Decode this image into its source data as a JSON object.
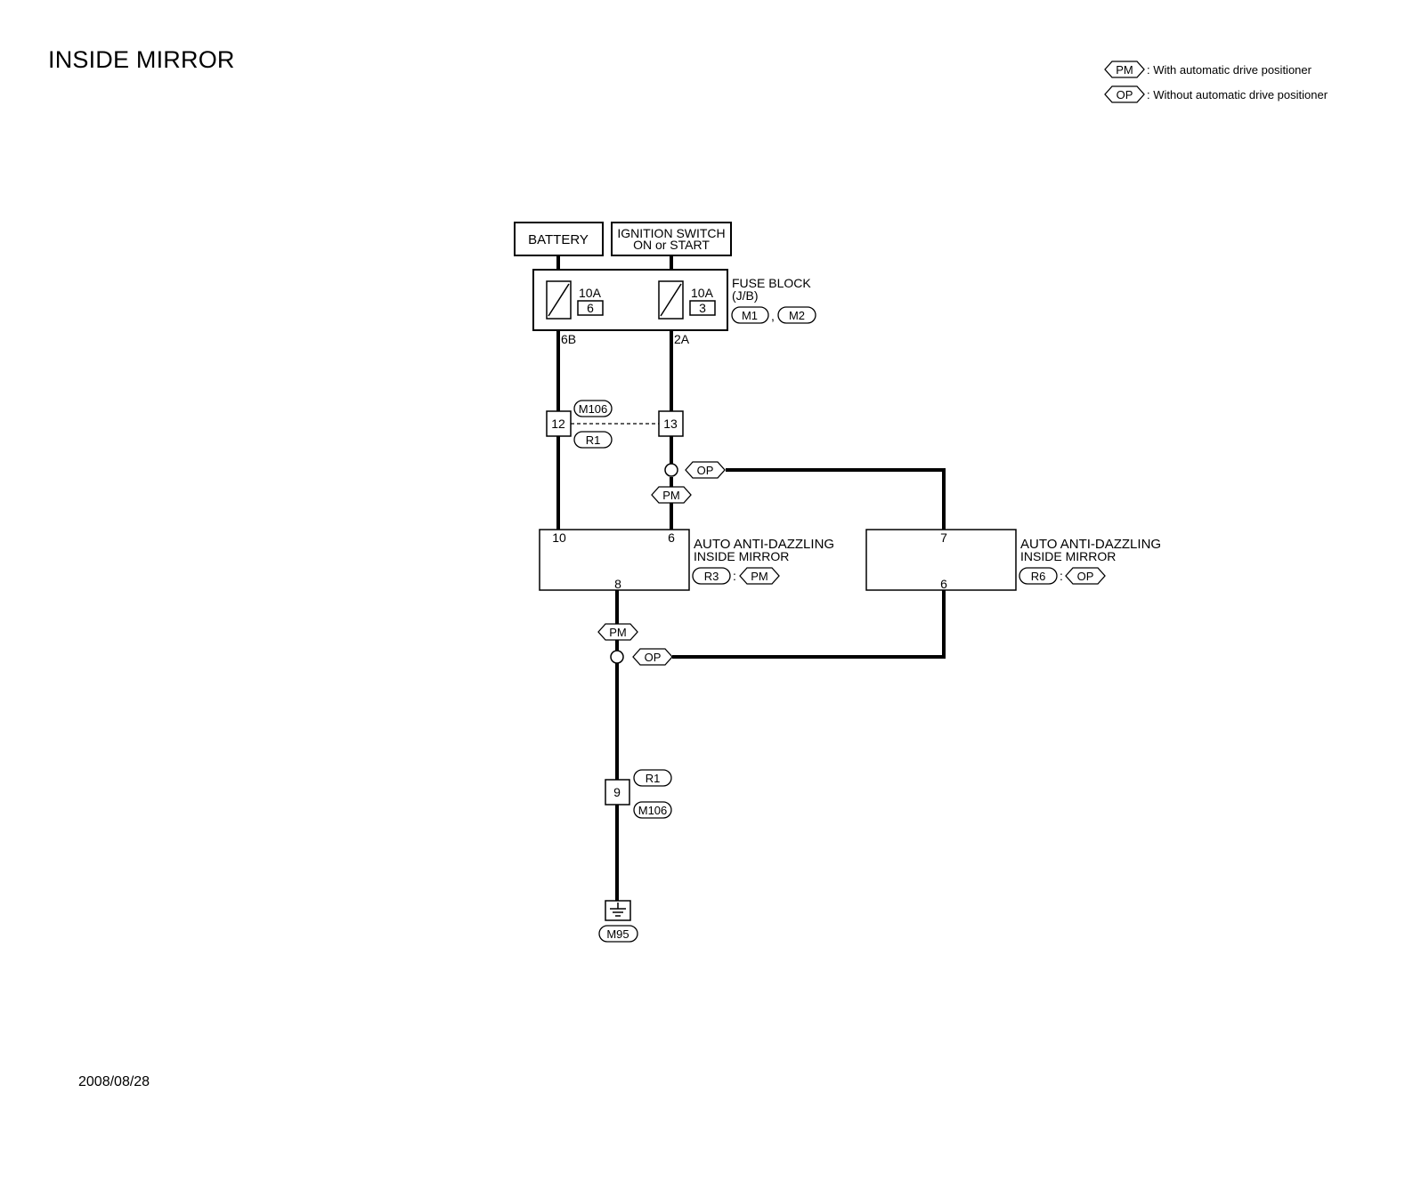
{
  "title": "INSIDE MIRROR",
  "date": "2008/08/28",
  "legend": [
    {
      "tag": "PM",
      "text": ": With automatic drive positioner"
    },
    {
      "tag": "OP",
      "text": ": Without automatic drive positioner"
    }
  ],
  "battery": {
    "label": "BATTERY"
  },
  "ignition": {
    "line1": "IGNITION SWITCH",
    "line2": "ON or START"
  },
  "fuse_block": {
    "label_line1": "FUSE BLOCK",
    "label_line2": "(J/B)",
    "connectors": [
      "M1",
      "M2"
    ],
    "fuses": [
      {
        "amp": "10A",
        "number": "6",
        "terminal": "6B"
      },
      {
        "amp": "10A",
        "number": "3",
        "terminal": "2A"
      }
    ]
  },
  "joint_connector_top": {
    "top_tag": "M106",
    "bottom_tag": "R1",
    "pins": [
      "12",
      "13"
    ]
  },
  "joint_connector_bottom": {
    "top_tag": "R1",
    "bottom_tag": "M106",
    "pin": "9"
  },
  "ground": {
    "connector": "M95"
  },
  "mirror_pm": {
    "line1": "AUTO ANTI-DAZZLING",
    "line2": "INSIDE MIRROR",
    "connector": "R3",
    "variant": "PM",
    "pins": {
      "left": "10",
      "right": "6",
      "bottom": "8"
    }
  },
  "mirror_op": {
    "line1": "AUTO ANTI-DAZZLING",
    "line2": "INSIDE MIRROR",
    "connector": "R6",
    "variant": "OP",
    "pins": {
      "top": "7",
      "bottom": "6"
    }
  },
  "branch_tags": {
    "upper_op": "OP",
    "upper_pm": "PM",
    "lower_pm": "PM",
    "lower_op": "OP"
  },
  "colors": {
    "line": "#000000",
    "background": "#ffffff"
  }
}
